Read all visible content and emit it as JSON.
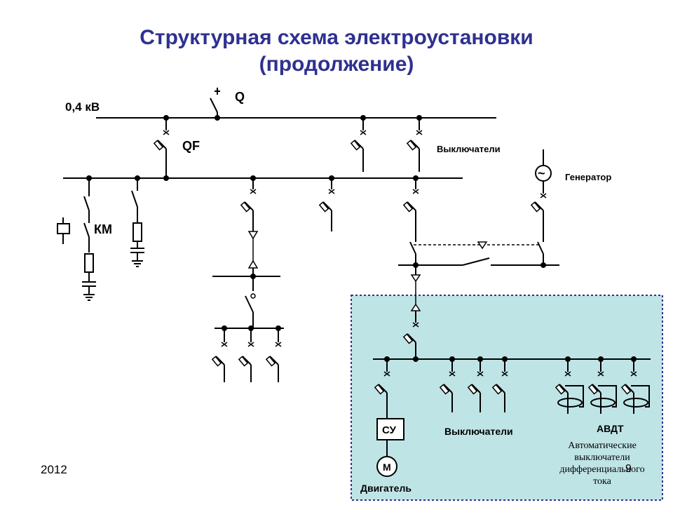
{
  "title": {
    "line1": "Структурная схема электроустановки",
    "line2": "(продолжение)"
  },
  "labels": {
    "voltage": "0,4 кВ",
    "q": "Q",
    "qf": "QF",
    "switches_top": "Выключатели",
    "generator": "Генератор",
    "km": "КМ",
    "su": "СУ",
    "motor_symbol": "М",
    "motor": "Двигатель",
    "switches_bottom": "Выключатели",
    "avdt": "АВДТ",
    "avdt_desc": [
      "Автоматические",
      "выключатели",
      "дифференциального",
      "тока"
    ],
    "generator_symbol": "~"
  },
  "footer": {
    "year": "2012",
    "page": "9"
  },
  "colors": {
    "title": "#2e3190",
    "zone_fill": "#bfe4e6",
    "zone_border": "#2e3190",
    "line": "#000000"
  }
}
